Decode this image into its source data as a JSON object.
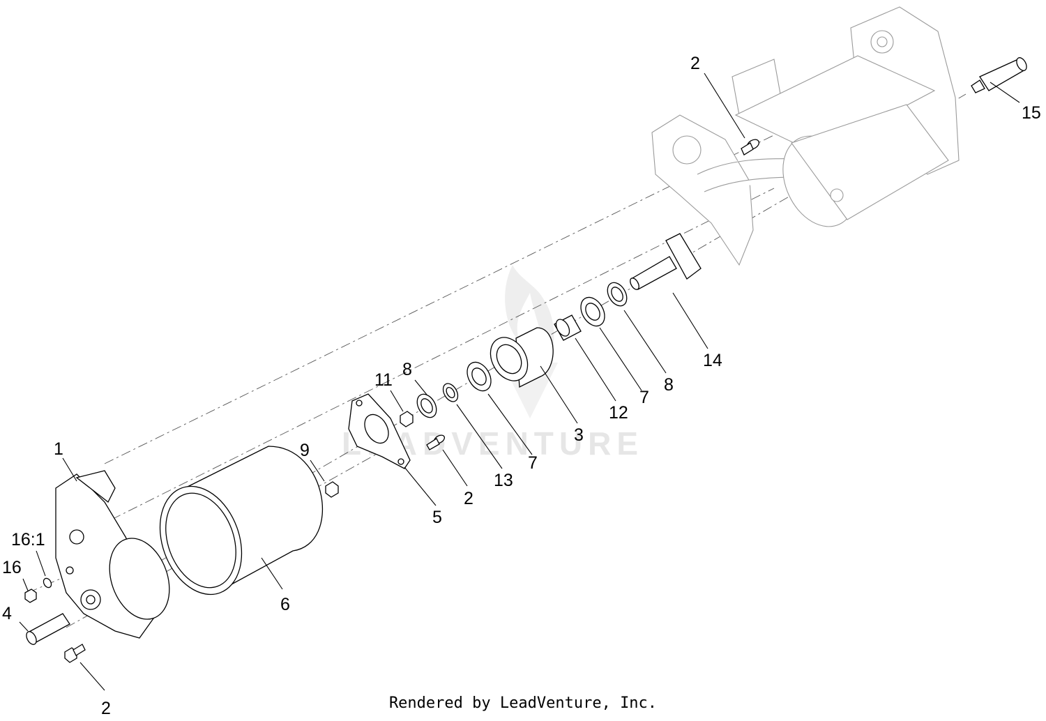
{
  "watermark": "LEADVENTURE",
  "footer": "Rendered by LeadVenture, Inc.",
  "callouts": {
    "c1": "1",
    "c2_top": "2",
    "c2_mid": "2",
    "c2_bottom": "2",
    "c3": "3",
    "c4": "4",
    "c5": "5",
    "c6": "6",
    "c7_left": "7",
    "c7_right": "7",
    "c8_left": "8",
    "c8_right": "8",
    "c9": "9",
    "c11": "11",
    "c12": "12",
    "c13": "13",
    "c14": "14",
    "c15": "15",
    "c16": "16",
    "c16_1": "16:1"
  }
}
